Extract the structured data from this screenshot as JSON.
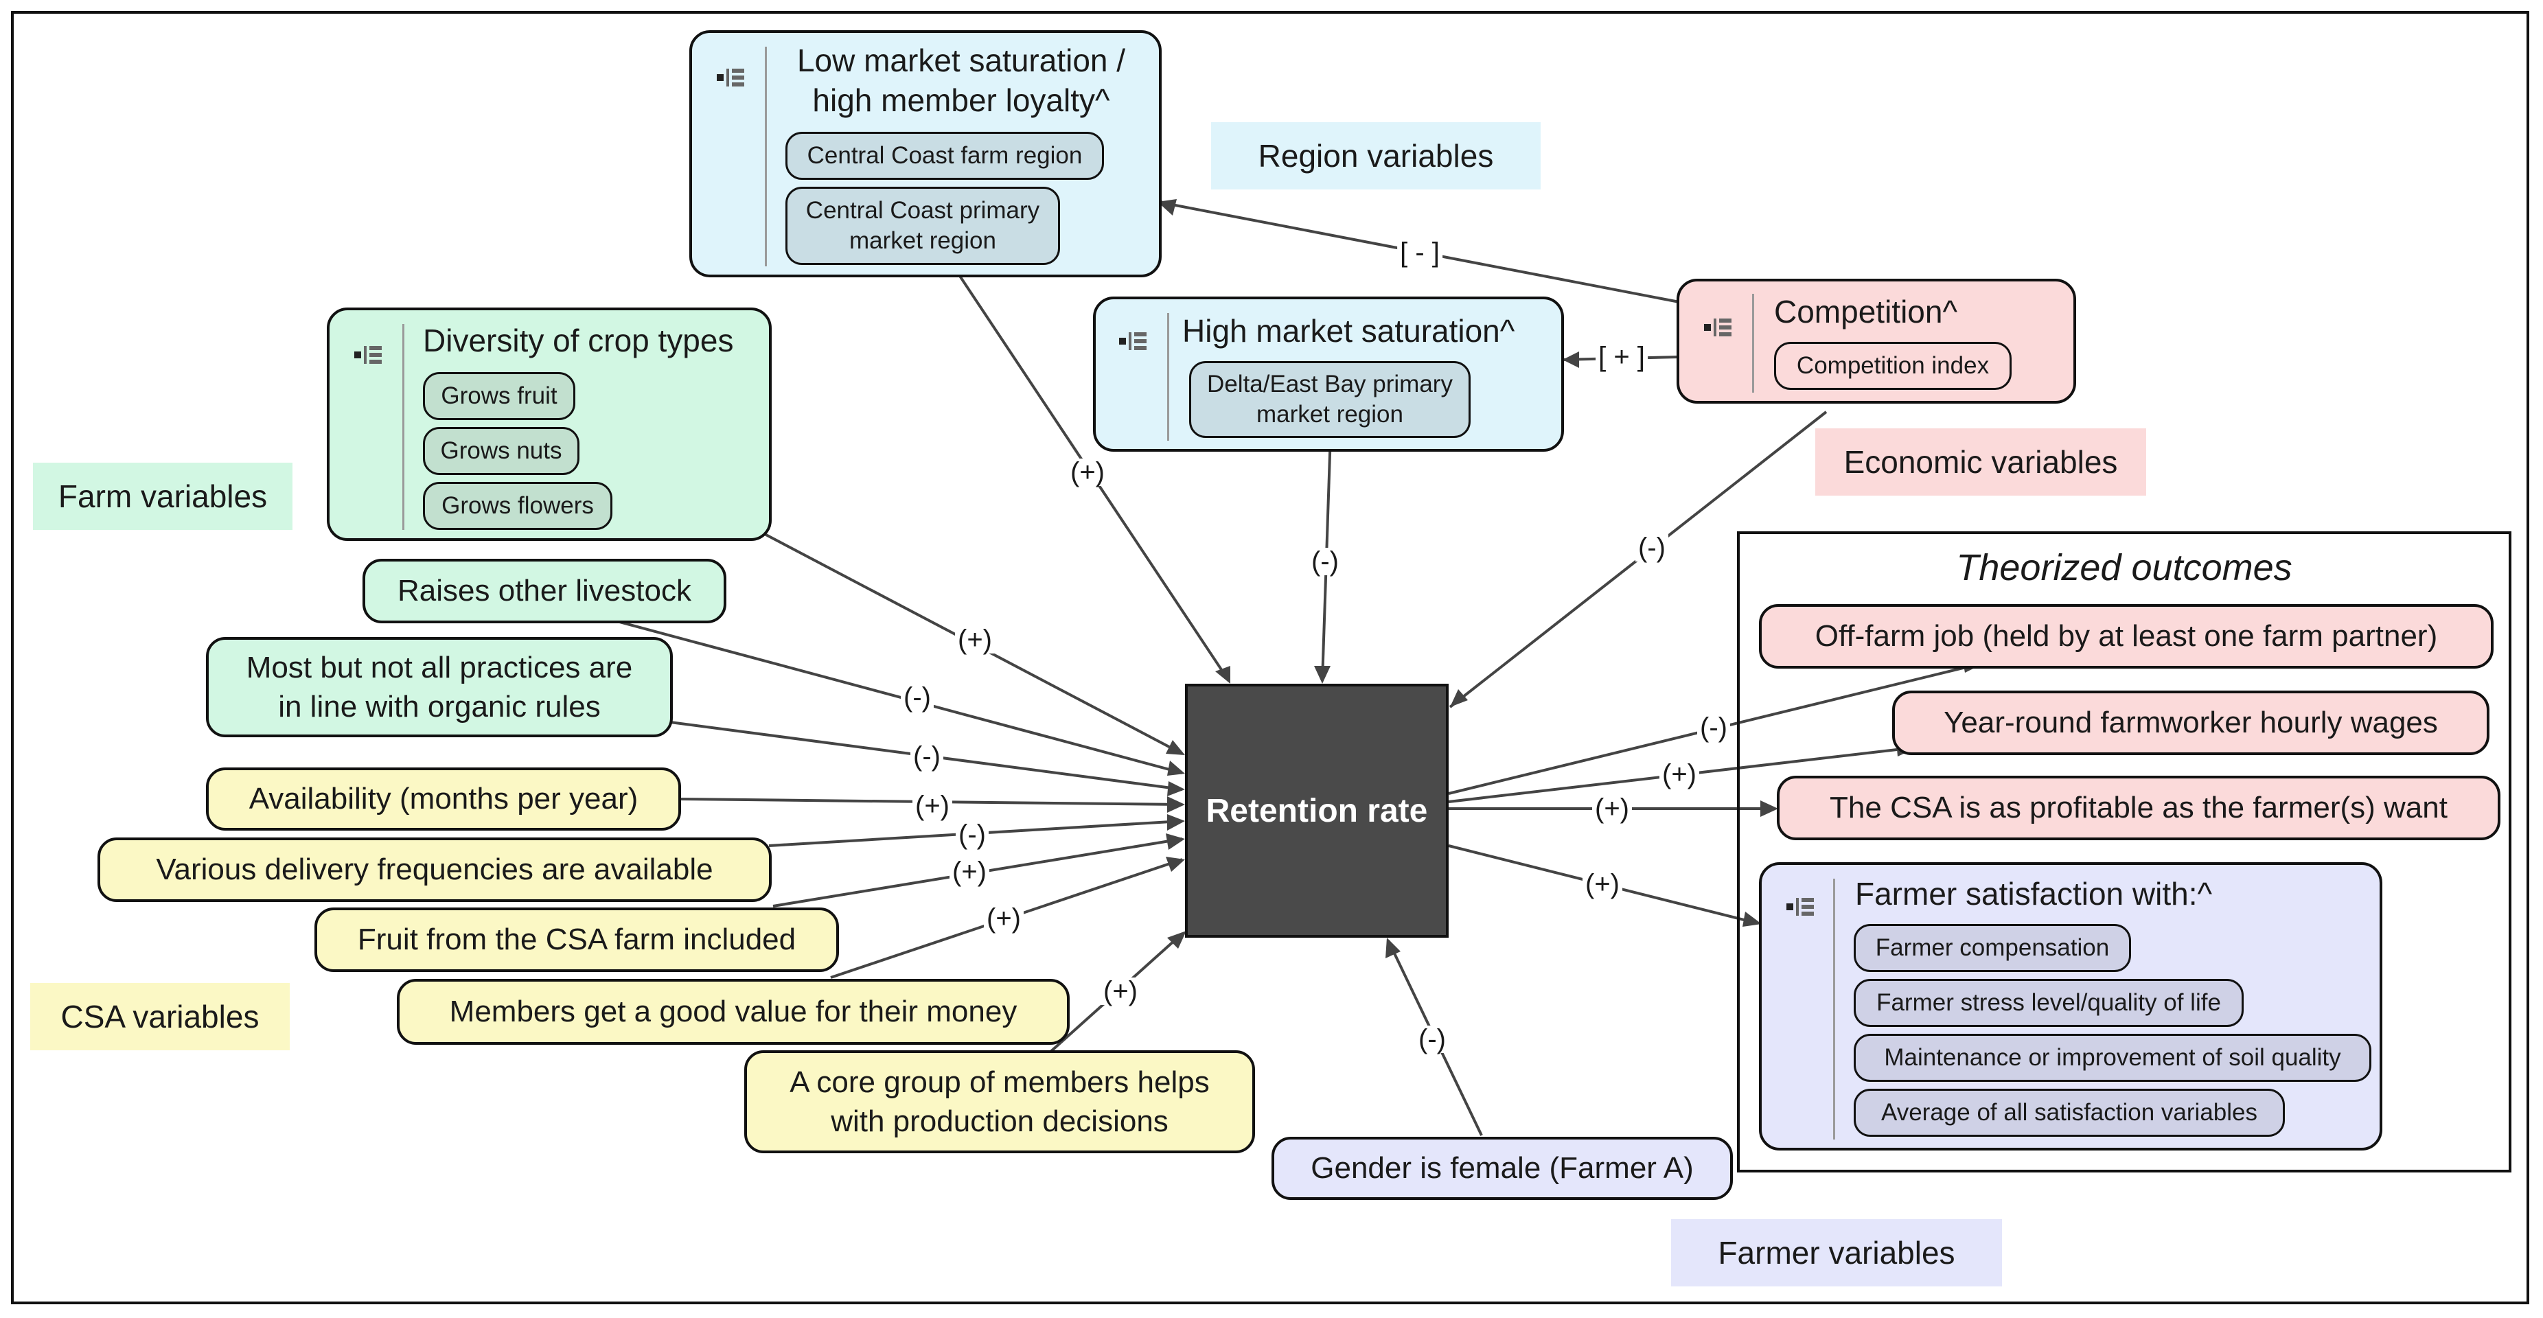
{
  "colors": {
    "region": "#dff4fb",
    "region_pill": "#c9dde4",
    "farm": "#d2f7e3",
    "farm_pill": "#c2e0cf",
    "csa": "#fbf8c5",
    "economic": "#fbdada",
    "farmer": "#e4e6fb",
    "farmer_pill": "#cfd1e6",
    "center": "#4a4a4a",
    "line": "#444444"
  },
  "center": {
    "label": "Retention rate"
  },
  "categories": {
    "region": "Region variables",
    "farm": "Farm variables",
    "csa": "CSA variables",
    "economic": "Economic variables",
    "farmer": "Farmer variables"
  },
  "groups": {
    "low_market": {
      "title": "Low market saturation /\nhigh member loyalty^",
      "pills": [
        "Central Coast farm region",
        "Central Coast primary\nmarket region"
      ]
    },
    "high_market": {
      "title": "High market saturation^",
      "pills": [
        "Delta/East Bay primary\nmarket region"
      ]
    },
    "competition": {
      "title": "Competition^",
      "pills": [
        "Competition index"
      ]
    },
    "diversity": {
      "title": "Diversity of crop types",
      "pills": [
        "Grows fruit",
        "Grows nuts",
        "Grows flowers"
      ]
    },
    "satisfaction": {
      "title": "Farmer satisfaction with:^",
      "pills": [
        "Farmer compensation",
        "Farmer stress level/quality of life",
        "Maintenance or improvement of soil quality",
        "Average of all satisfaction variables"
      ]
    }
  },
  "nodes": {
    "livestock": "Raises other livestock",
    "organic": "Most but not all practices are\nin line with organic rules",
    "availability": "Availability (months per year)",
    "delivery": "Various delivery frequencies are available",
    "fruit": "Fruit from the CSA farm included",
    "value": "Members get a good value for their money",
    "core_group": "A core group of members helps\nwith production decisions",
    "gender": "Gender is female (Farmer A)"
  },
  "outcomes": {
    "title": "Theorized outcomes",
    "offfarm": "Off-farm job (held by at least one farm partner)",
    "wages": "Year-round farmworker hourly wages",
    "profitable": "The CSA is as profitable as the farmer(s) want"
  },
  "edge_labels": {
    "competition_low": "[ - ]",
    "competition_high": "[ + ]",
    "low_market": "(+)",
    "high_market": "(-)",
    "competition": "(-)",
    "diversity": "(+)",
    "livestock": "(-)",
    "organic": "(-)",
    "availability": "(+)",
    "delivery": "(-)",
    "fruit": "(+)",
    "value": "(+)",
    "core_group": "(+)",
    "gender": "(-)",
    "offfarm": "(-)",
    "wages": "(+)",
    "profitable": "(+)",
    "satisfaction": "(+)"
  }
}
